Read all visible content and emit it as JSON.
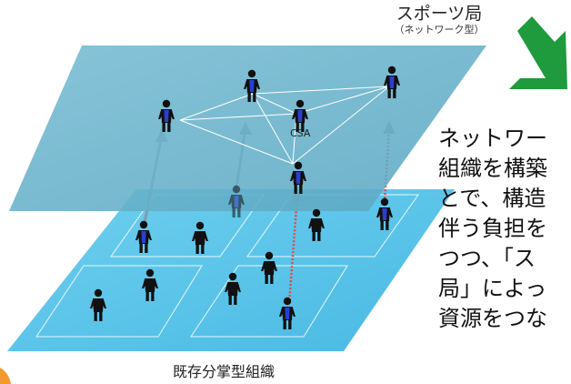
{
  "top_layer": {
    "title": "スポーツ局",
    "subtitle": "（ネットワーク型）",
    "hub_label": "CSA"
  },
  "bottom_layer": {
    "label": "既存分掌型組織"
  },
  "side_text": {
    "lines": [
      "ネットワー",
      "組織を構築",
      "とで、構造",
      "伴う負担を",
      "つつ、「ス",
      "局」によっ",
      "資源をつな"
    ]
  },
  "colors": {
    "top_plane": "#6cb3cc",
    "bottom_plane": "#5cc6e9",
    "arrow_green": "#1f9a3c",
    "link_red": "#e04a4a",
    "person_body": "#111111",
    "person_vest": "#2a3fd0"
  },
  "icons": {
    "person": "person-icon",
    "arrow": "green-down-arrow-icon"
  }
}
